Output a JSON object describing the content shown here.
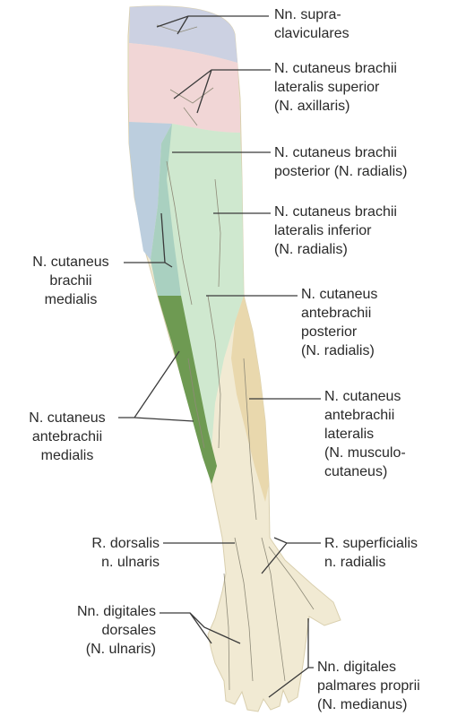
{
  "labels": {
    "supraclav": [
      "Nn. supra-",
      "claviculares"
    ],
    "brach_lat_sup": [
      "N. cutaneus brachii",
      "lateralis superior",
      "(N. axillaris)"
    ],
    "brach_post": [
      "N. cutaneus brachii",
      "posterior (N. radialis)"
    ],
    "brach_lat_inf": [
      "N. cutaneus brachii",
      "lateralis inferior",
      "(N. radialis)"
    ],
    "brach_med": [
      "N. cutaneus",
      "brachii",
      "medialis"
    ],
    "antebrach_post": [
      "N. cutaneus",
      "antebrachii",
      "posterior",
      "(N. radialis)"
    ],
    "antebrach_med": [
      "N. cutaneus",
      "antebrachii",
      "medialis"
    ],
    "antebrach_lat": [
      "N. cutaneus",
      "antebrachii",
      "lateralis",
      "(N. musculo-",
      "cutaneus)"
    ],
    "r_dorsalis": [
      "R. dorsalis",
      "n. ulnaris"
    ],
    "r_superficialis": [
      "R. superficialis",
      "n. radialis"
    ],
    "dig_dorsales": [
      "Nn. digitales",
      "dorsales",
      "(N. ulnaris)"
    ],
    "dig_palmares": [
      "Nn. digitales",
      "palmares proprii",
      "(N. medianus)"
    ]
  },
  "colors": {
    "skin": "#f1ead3",
    "supraclavicular": "#ccd1e2",
    "axillary": "#f1d6d6",
    "medial_upper": "#bccede",
    "radial_green": "#cfe8cf",
    "medial_teal": "#a9d0c0",
    "medial_forearm": "#6e9a52",
    "lateral_forearm": "#e9d8ad",
    "leader": "#3a3a3a",
    "nerve": "#8e8a78"
  }
}
